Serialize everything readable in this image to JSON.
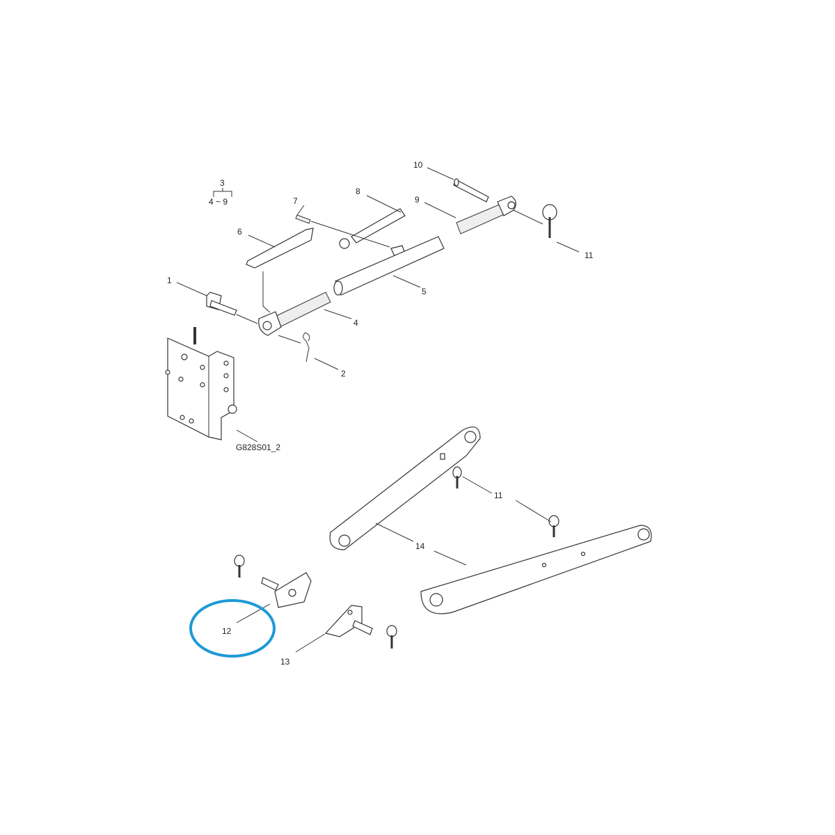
{
  "diagram": {
    "figure_code": "G828S01_2",
    "assembly_group": {
      "parent": "3",
      "range": "4 ~ 9"
    },
    "callouts": [
      "1",
      "2",
      "4",
      "5",
      "6",
      "7",
      "8",
      "9",
      "10",
      "11",
      "11",
      "12",
      "13",
      "14"
    ],
    "highlighted_part": "12",
    "highlight_color": "#1e9ad6"
  }
}
